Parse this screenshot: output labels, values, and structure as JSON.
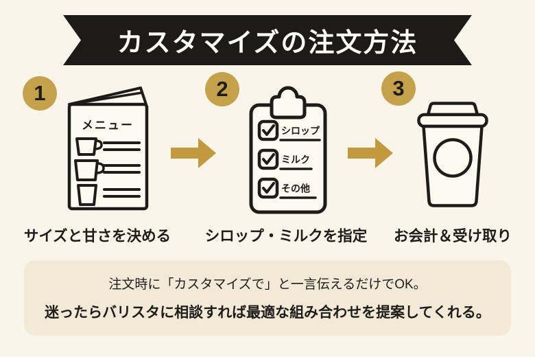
{
  "colors": {
    "page_background": "#faf5ea",
    "note_box_background": "#f2e9d6",
    "accent_gold": "#c5a14b",
    "ink_black": "#1e1c1a",
    "ribbon_black": "#1d1b19",
    "ribbon_text": "#fdfdfb"
  },
  "header": {
    "title": "カスタマイズの注文方法"
  },
  "steps": [
    {
      "number": "1",
      "caption": "サイズと甘さを決める",
      "icon": "menu-booklet",
      "menu_title": "メニュー"
    },
    {
      "number": "2",
      "caption": "シロップ・ミルクを指定",
      "icon": "checklist-clipboard",
      "checklist": [
        "シロップ",
        "ミルク",
        "その他"
      ]
    },
    {
      "number": "3",
      "caption": "お会計＆受け取り",
      "icon": "takeaway-cup"
    }
  ],
  "note": {
    "line1": "注文時に「カスタマイズで」と一言伝えるだけでOK。",
    "line2": "迷ったらバリスタに相談すれば最適な組み合わせを提案してくれる。"
  }
}
